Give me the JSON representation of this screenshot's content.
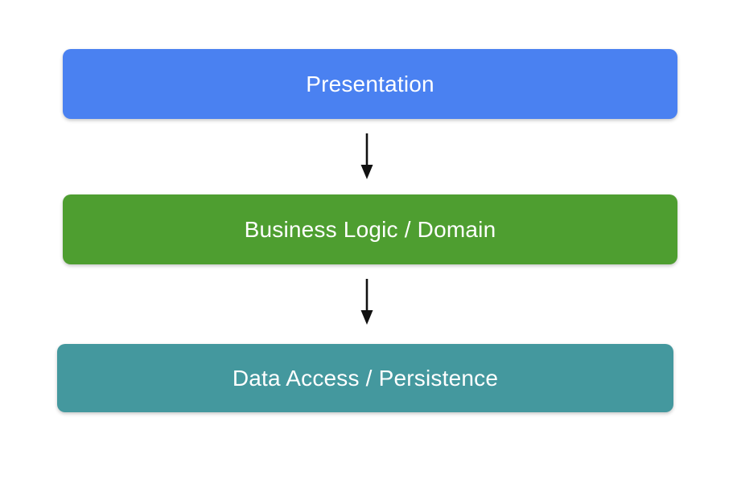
{
  "diagram": {
    "description": "Three-tier layered architecture diagram",
    "background_color": "#FFFFFF",
    "text_color": "#FFFFFF",
    "arrow_color": "#111111",
    "layers": [
      {
        "label": "Presentation",
        "color": "#4A81F1"
      },
      {
        "label": "Business Logic / Domain",
        "color": "#4E9E30"
      },
      {
        "label": "Data Access / Persistence",
        "color": "#44989E"
      }
    ],
    "connections": [
      {
        "from": 0,
        "to": 1,
        "direction": "down"
      },
      {
        "from": 1,
        "to": 2,
        "direction": "down"
      }
    ]
  }
}
